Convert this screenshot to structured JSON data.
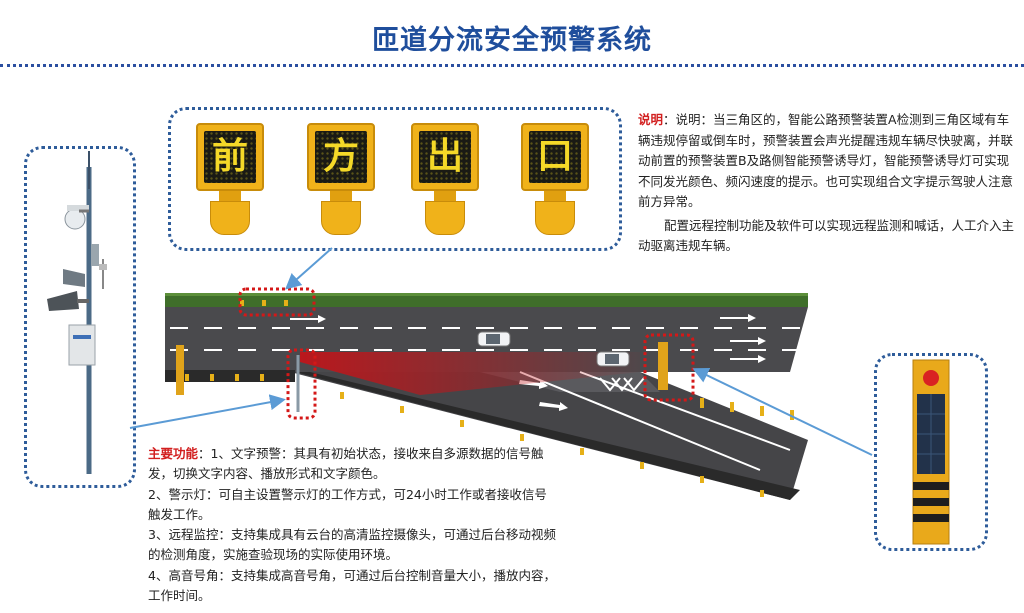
{
  "title": "匝道分流安全预警系统",
  "signs": [
    "前",
    "方",
    "出",
    "口"
  ],
  "description": {
    "label": "说明",
    "paragraph1": "：说明：当三角区的，智能公路预警装置A检测到三角区域有车辆违规停留或倒车时，预警装置会声光提醒违规车辆尽快驶离，并联动前置的预警装置B及路侧智能预警诱导灯，智能预警诱导灯可实现不同发光颜色、频闪速度的提示。也可实现组合文字提示驾驶人注意前方异常。",
    "paragraph2": "配置远程控制功能及软件可以实现远程监测和喊话，人工介入主动驱离违规车辆。"
  },
  "features": {
    "label": "主要功能",
    "item1": "：1、文字预警：其具有初始状态，接收来自多源数据的信号触发，切换文字内容、播放形式和文字颜色。",
    "item2": "2、警示灯：可自主设置警示灯的工作方式，可24小时工作或者接收信号触发工作。",
    "item3": "3、远程监控：支持集成具有云台的高清监控摄像头，可通过后台移动视频的检测角度，实施查验现场的实际使用环境。",
    "item4": "4、高音号角：支持集成高音号角，可通过后台控制音量大小，播放内容，工作时间。"
  },
  "colors": {
    "title": "#1f4e9c",
    "label": "#d21f1f",
    "callout_border": "#2e5c9a",
    "sign_body": "#f0b21a",
    "sign_text": "#f5d928",
    "road": "#4a4a4d",
    "hedge": "#3f6e2a",
    "warning_beam": "#c0151a"
  }
}
